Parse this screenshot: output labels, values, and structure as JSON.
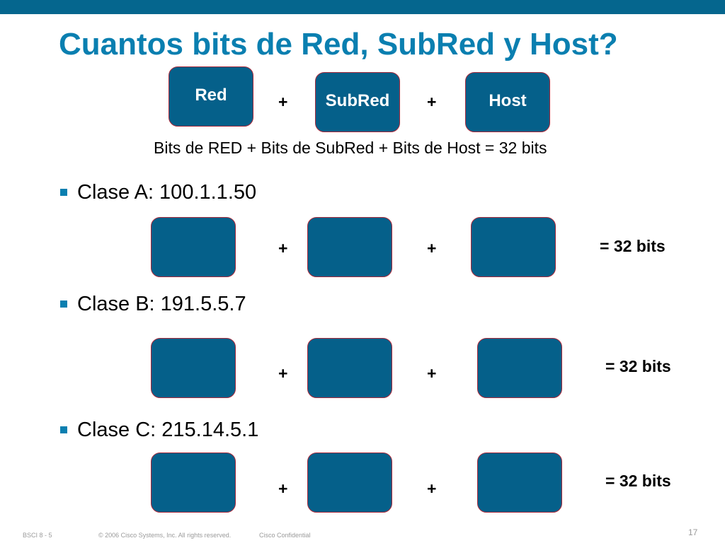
{
  "slide": {
    "title": "Cuantos bits de Red, SubRed y Host?",
    "header_boxes": {
      "red": "Red",
      "subred": "SubRed",
      "host": "Host"
    },
    "plus_sign": "+",
    "formula": "Bits de RED + Bits de SubRed + Bits de Host = 32 bits",
    "classes": [
      {
        "label": "Clase A: 100.1.1.50",
        "result": "= 32 bits"
      },
      {
        "label": "Clase B: 191.5.5.7",
        "result": "= 32 bits"
      },
      {
        "label": "Clase C: 215.14.5.1",
        "result": "= 32 bits"
      }
    ]
  },
  "footer": {
    "course": "BSCI 8 - 5",
    "copyright": "© 2006 Cisco Systems, Inc. All rights reserved.",
    "confidential": "Cisco Confidential",
    "page_number": "17"
  },
  "colors": {
    "accent_blue": "#0a7fb0",
    "box_fill": "#05608a",
    "box_border": "#a8283a",
    "top_bar": "#05668e"
  }
}
